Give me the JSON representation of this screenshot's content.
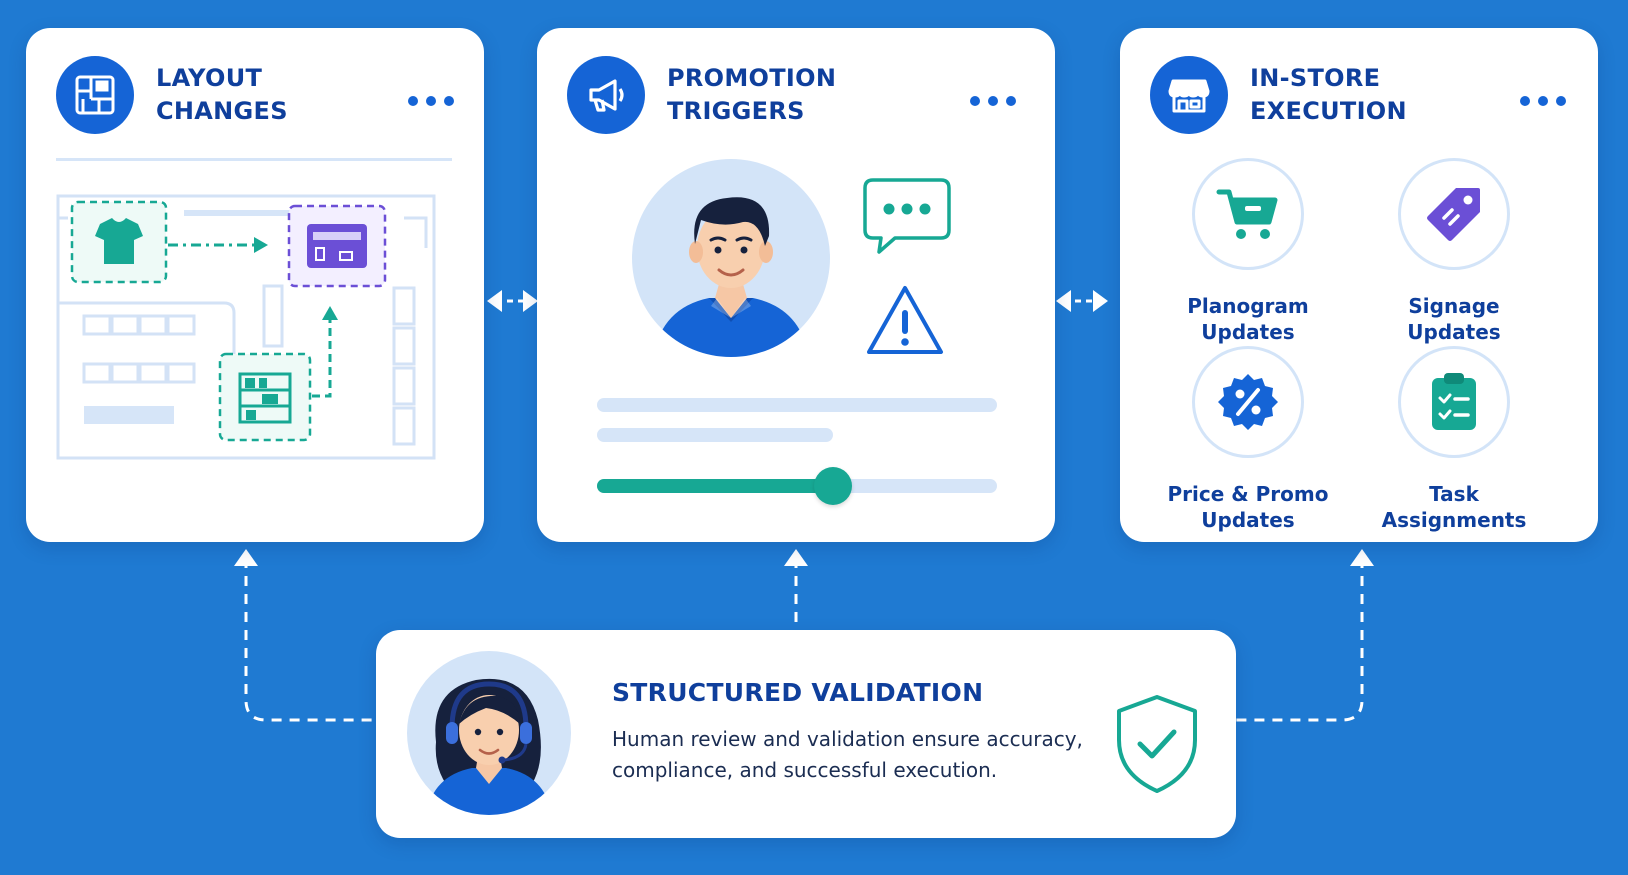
{
  "cards": {
    "layout": {
      "title_line1": "LAYOUT",
      "title_line2": "CHANGES",
      "icon": "floor-plan-icon"
    },
    "promotion": {
      "title_line1": "PROMOTION",
      "title_line2": "TRIGGERS",
      "icon": "megaphone-icon"
    },
    "execution": {
      "title_line1": "IN-STORE",
      "title_line2": "EXECUTION",
      "icon": "store-icon",
      "tiles": [
        {
          "line1": "Planogram",
          "line2": "Updates",
          "icon": "shopping-cart-icon"
        },
        {
          "line1": "Signage",
          "line2": "Updates",
          "icon": "tag-icon"
        },
        {
          "line1": "Price & Promo",
          "line2": "Updates",
          "icon": "percent-badge-icon"
        },
        {
          "line1": "Task",
          "line2": "Assignments",
          "icon": "clipboard-checklist-icon"
        }
      ]
    }
  },
  "validation": {
    "title": "STRUCTURED VALIDATION",
    "text_line1": "Human review and validation ensure accuracy,",
    "text_line2": "compliance, and successful execution.",
    "icon": "shield-check-icon"
  },
  "progress": {
    "fraction": 0.59
  },
  "colors": {
    "background": "#1f7ad2",
    "accent_blue": "#1564d6",
    "title_navy": "#0f3f9c",
    "teal": "#17a894",
    "purple": "#6b4fd6"
  }
}
